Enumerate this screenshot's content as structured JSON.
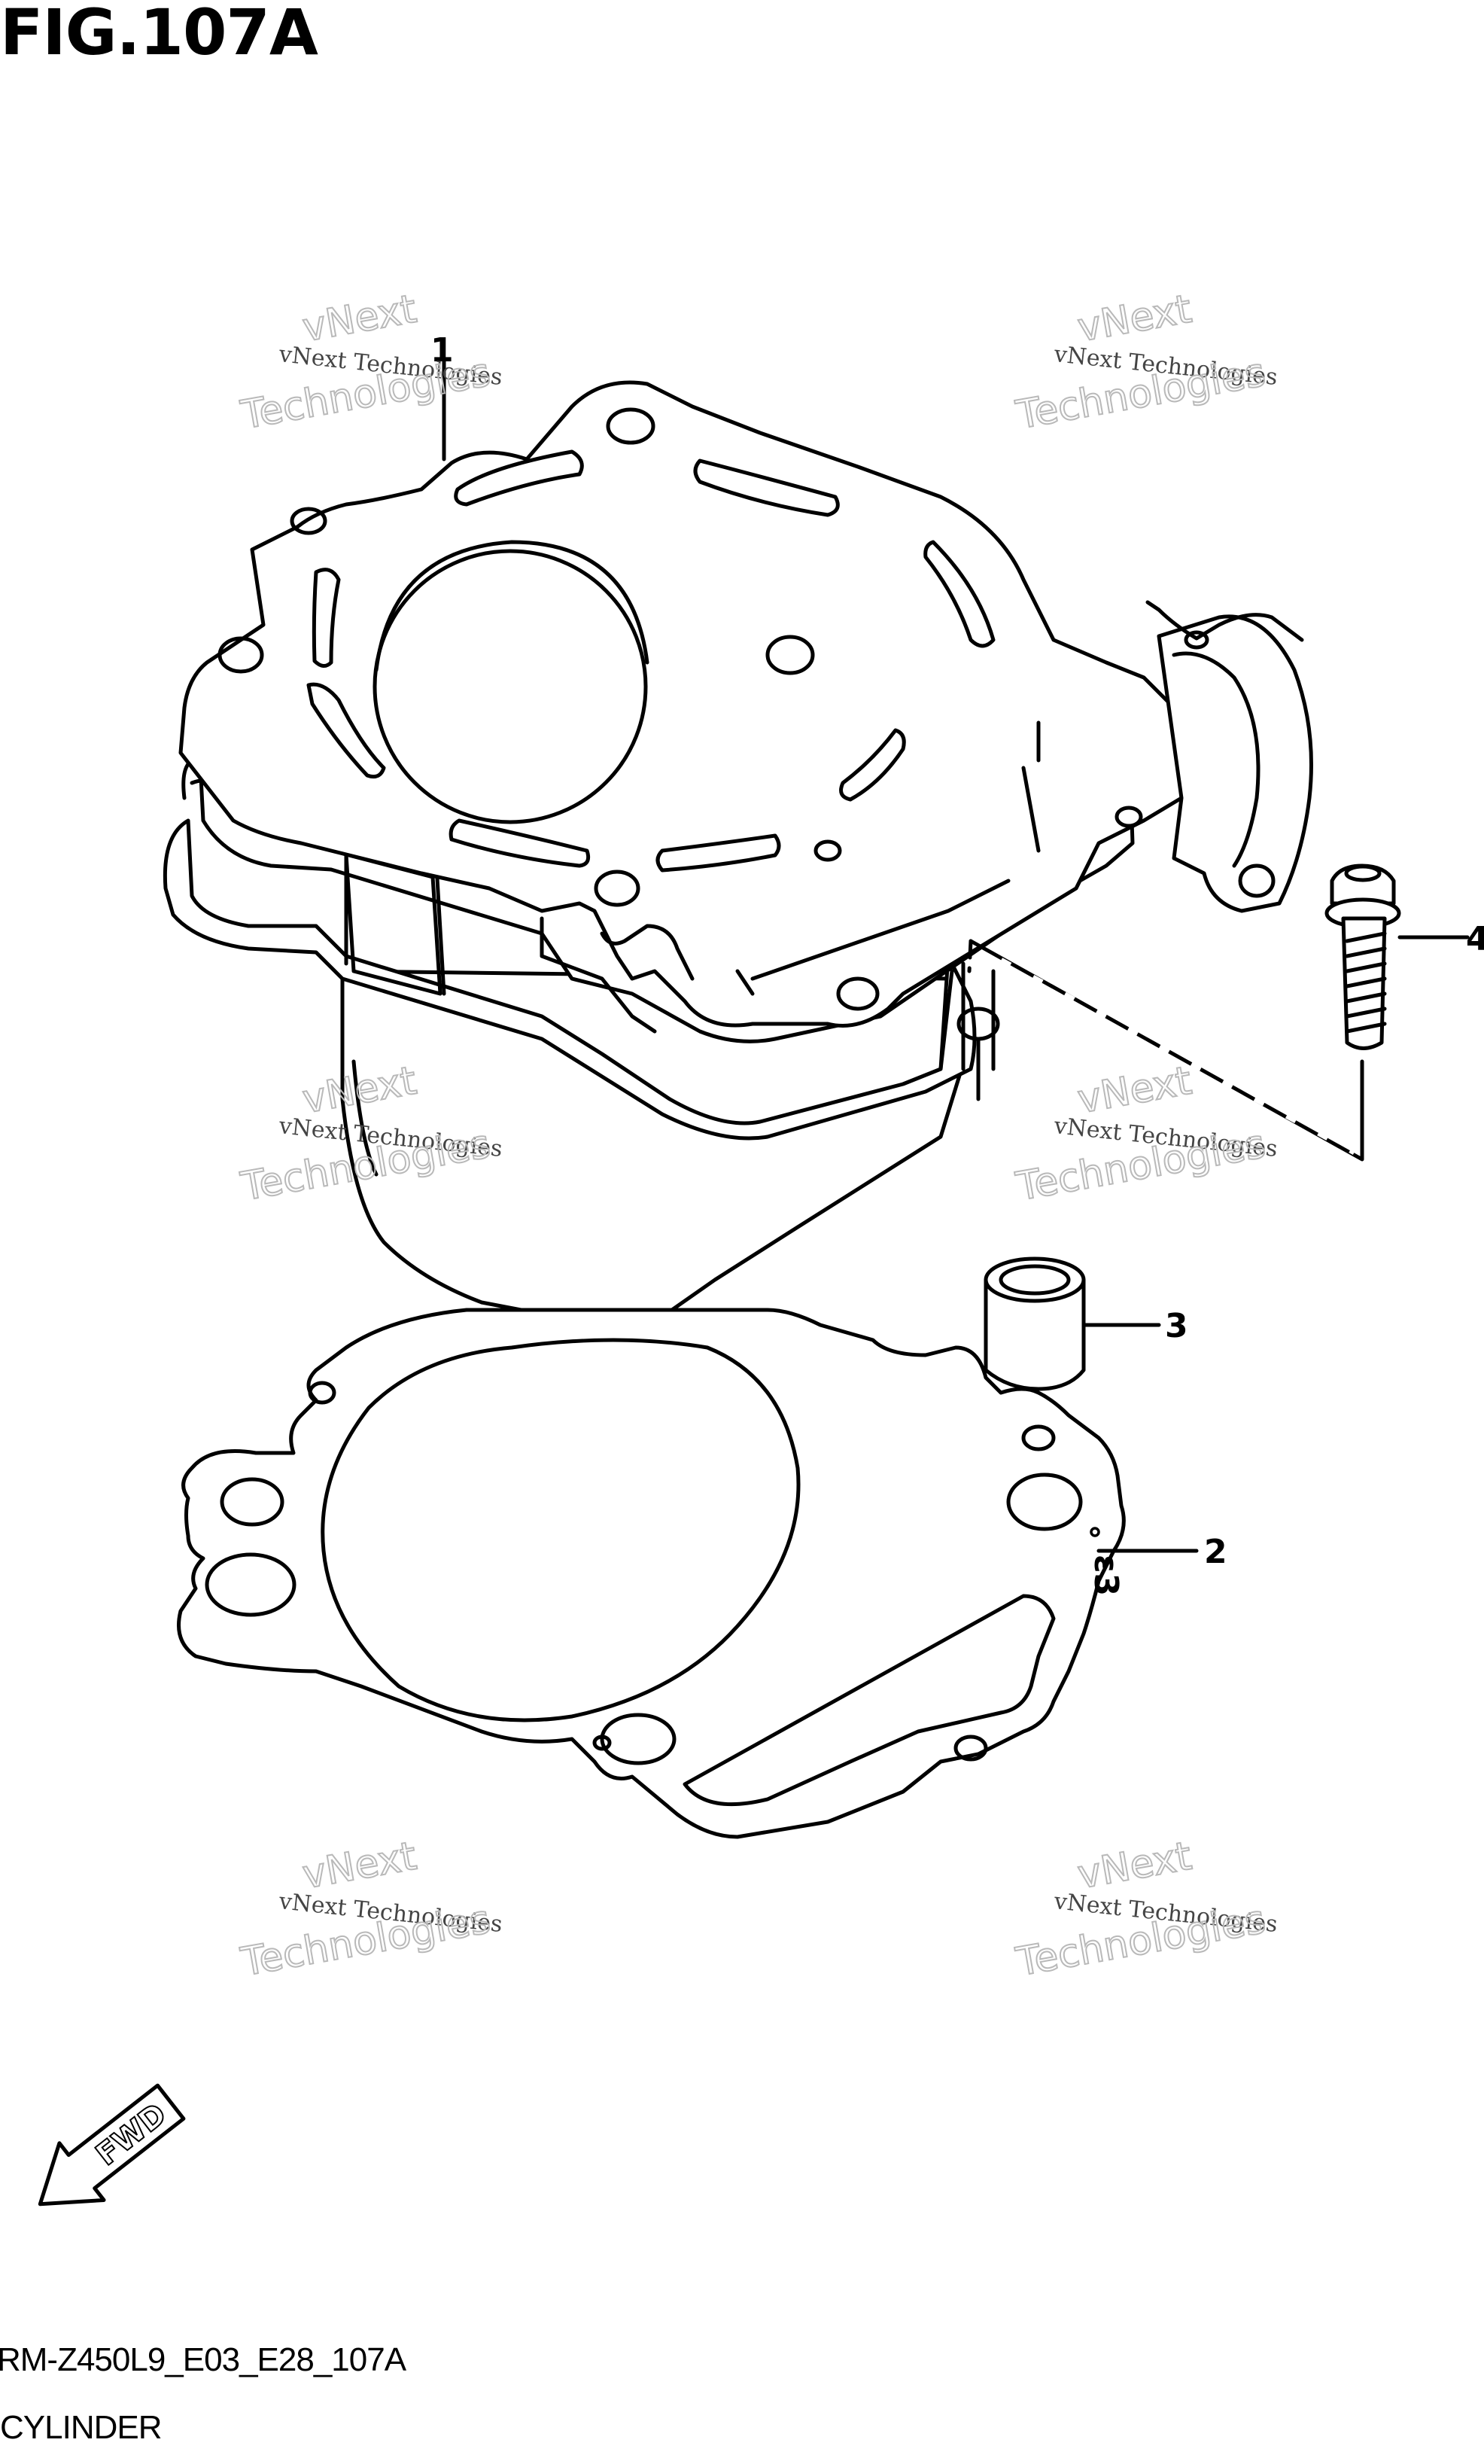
{
  "figure": {
    "title": "FIG.107A",
    "code": "RM-Z450L9_E03_E28_107A",
    "name": "CYLINDER"
  },
  "callouts": [
    {
      "number": "1",
      "part": "cylinder"
    },
    {
      "number": "2",
      "part": "cylinder-base-gasket"
    },
    {
      "number": "3",
      "part": "dowel-pin"
    },
    {
      "number": "4",
      "part": "flange-bolt"
    }
  ],
  "gasket_marking": "ε3",
  "fwd_label": "FWD",
  "watermark": {
    "line1": "vNext Technologies",
    "line2": "vNext",
    "line3": "Technologies"
  },
  "colors": {
    "ink": "#000000",
    "watermark": "#b9b9b9",
    "paper": "#ffffff"
  }
}
